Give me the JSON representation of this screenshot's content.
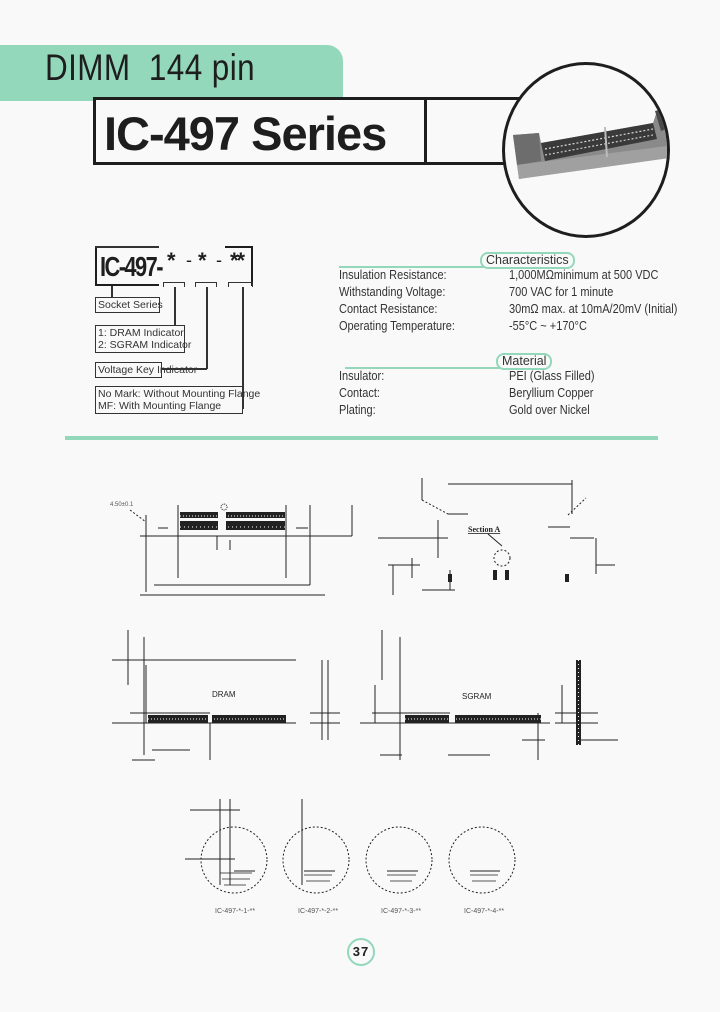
{
  "header": {
    "category": "DIMM  144 pin",
    "series": "IC-497 Series",
    "accent_color": "#93d8bb"
  },
  "product_photo": {
    "alt": "IC-497 DIMM socket connector photo"
  },
  "part_number": {
    "prefix": "IC-497-",
    "field1": "*",
    "sep1": "-",
    "field2": "*",
    "sep2": "-",
    "field3": "**",
    "boxes": {
      "series": "Socket Series",
      "indicator_1": "1: DRAM Indicator",
      "indicator_2": "2: SGRAM Indicator",
      "voltage": "Voltage Key Indicator",
      "flange_1": "No Mark: Without Mounting Flange",
      "flange_2": "MF: With Mounting Flange"
    }
  },
  "characteristics": {
    "heading": "Characteristics",
    "rows": [
      {
        "label": "Insulation Resistance:",
        "value": "1,000MΩminimum at 500 VDC"
      },
      {
        "label": "Withstanding Voltage:",
        "value": "700 VAC for 1 minute"
      },
      {
        "label": "Contact Resistance:",
        "value": "30mΩ max. at 10mA/20mV (Initial)"
      },
      {
        "label": "Operating Temperature:",
        "value": "-55°C ~ +170°C"
      }
    ]
  },
  "material": {
    "heading": "Material",
    "rows": [
      {
        "label": "Insulator:",
        "value": "PEI (Glass Filled)"
      },
      {
        "label": "Contact:",
        "value": "Beryllium Copper"
      },
      {
        "label": "Plating:",
        "value": "Gold over Nickel"
      }
    ]
  },
  "drawings": {
    "section_label": "Section A",
    "dram_label": "DRAM",
    "sgram_label": "SGRAM",
    "variants": [
      "IC-497-*-1-**",
      "IC-497-*-2-**",
      "IC-497-*-3-**",
      "IC-497-*-4-**"
    ]
  },
  "footer": {
    "page_number": "37"
  }
}
